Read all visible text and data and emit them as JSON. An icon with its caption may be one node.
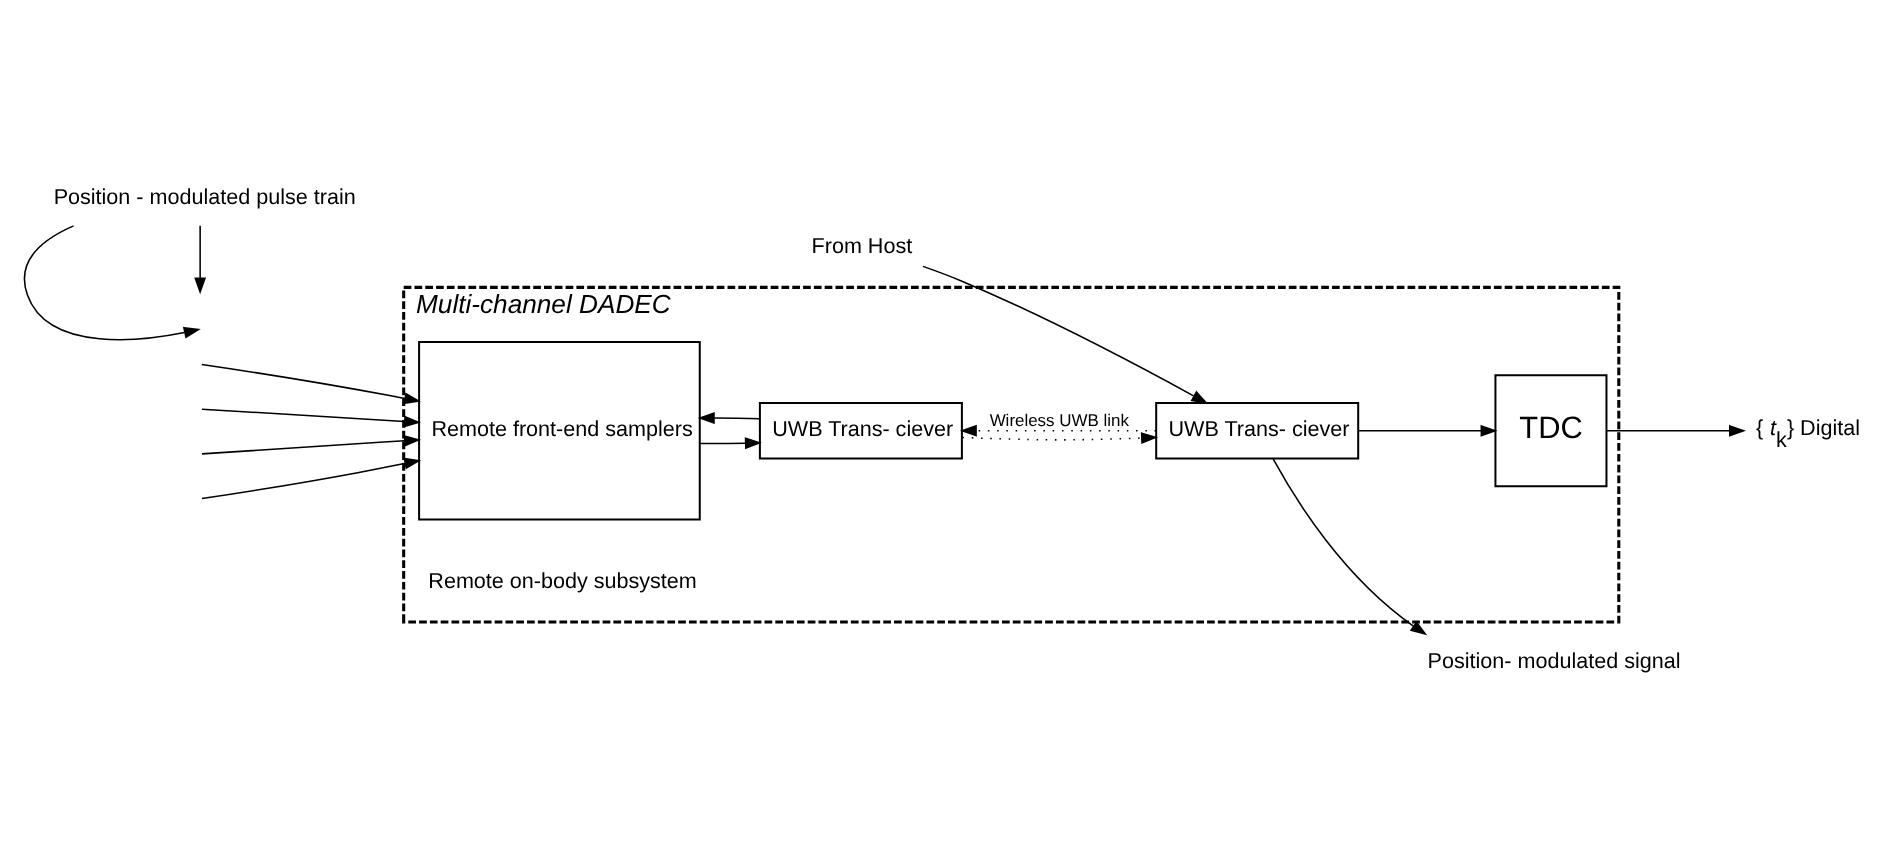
{
  "diagram": {
    "nodes": [
      {
        "text": [
          "Multi-channel DADEC"
        ]
      },
      {
        "text": [
          "Remote front-end samplers"
        ],
        "in": 0
      },
      {
        "text": [
          "UWB Trans- ciever"
        ],
        "in": 0
      },
      {
        "text": [
          "UWB Trans- ciever"
        ],
        "in": 0
      },
      {
        "text": [
          "TDC"
        ],
        "in": 0
      },
      {
        "text": [
          "From Host"
        ]
      },
      {
        "text": [
          "{ *t*$_{k}$} Digital"
        ]
      },
      {
        "text": [
          "Position- modulated signal"
        ]
      },
      {
        "text": [
          "Remote on-body subsystem"
        ],
        "in": 0
      },
      {
        "text": [
          "Position - modulated pulse train"
        ]
      }
    ],
    "edges": [
      {
        "from": null,
        "to": 1,
        "arrow": "to"
      },
      {
        "from": null,
        "to": 1,
        "arrow": "to"
      },
      {
        "from": null,
        "to": 1,
        "arrow": "to"
      },
      {
        "from": null,
        "to": 1,
        "arrow": "to"
      },
      {
        "from": 2,
        "to": 1,
        "arrow": "to"
      },
      {
        "from": 1,
        "to": 2,
        "arrow": "to"
      },
      {
        "from": 3,
        "to": 2,
        "arrow": "to",
        "style": "dashed",
        "label": "Wireless UWB link"
      },
      {
        "from": 2,
        "to": 3,
        "arrow": "to",
        "style": "dashed"
      },
      {
        "from": 5,
        "to": 3,
        "arrow": "to"
      },
      {
        "from": 3,
        "to": 4,
        "arrow": "to"
      },
      {
        "from": 4,
        "to": 6,
        "arrow": "to"
      },
      {
        "from": 3,
        "to": 7,
        "arrow": "to"
      },
      {
        "from": 9,
        "to": null,
        "arrow": "to"
      },
      {
        "from": 9,
        "to": null,
        "arrow": "to"
      }
    ]
  }
}
